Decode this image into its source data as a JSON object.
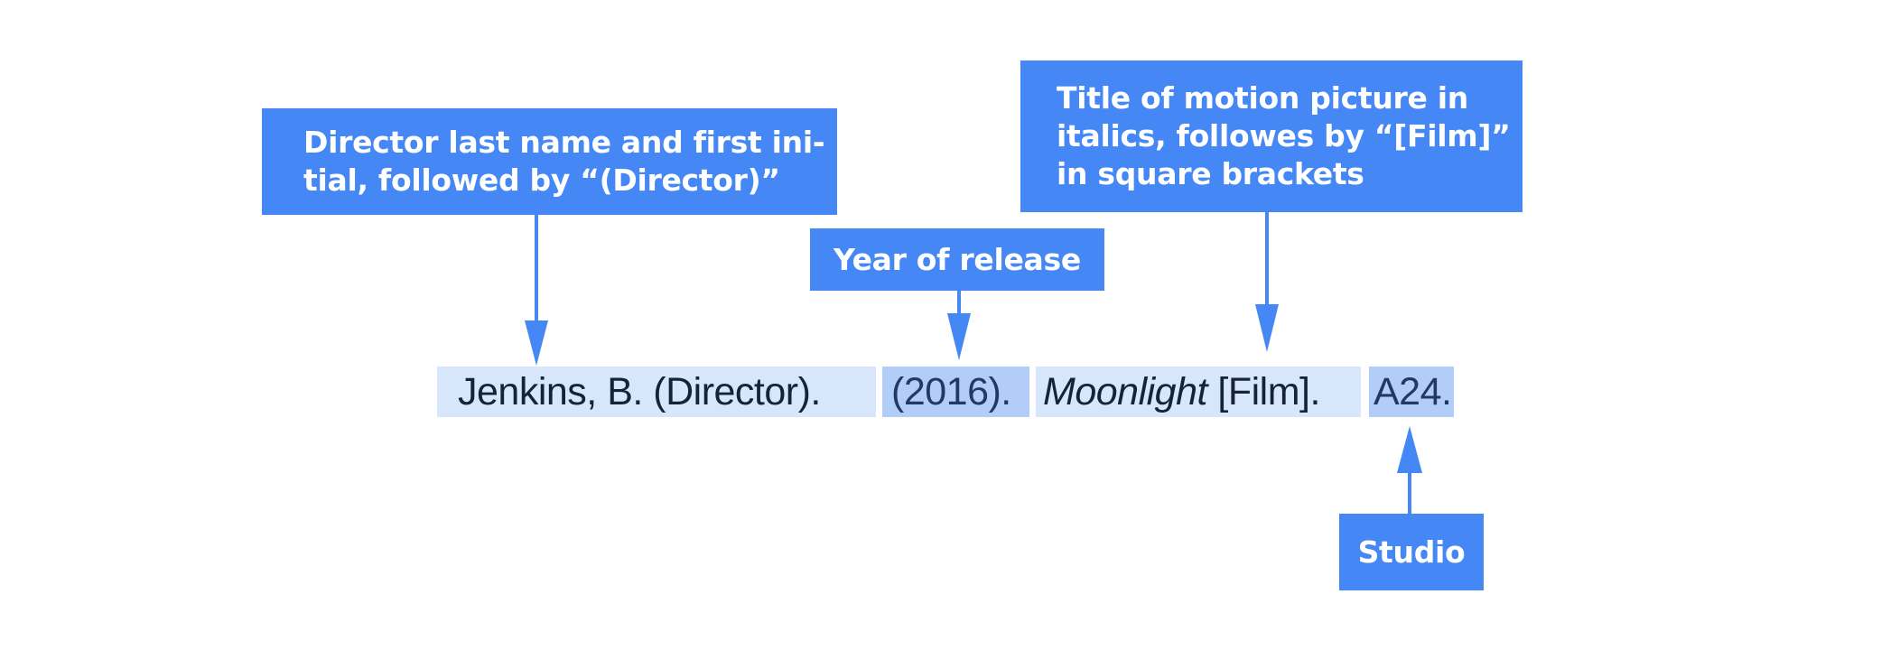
{
  "diagram": {
    "type": "annotated-citation",
    "colors": {
      "callout_bg": "#4588f5",
      "callout_text": "#ffffff",
      "highlight_light": "#d8e6fc",
      "highlight_dark": "#b2cdf8",
      "citation_text": "#14223a",
      "arrow": "#4588f5"
    }
  },
  "callouts": {
    "director": "Director last name and first ini-\ntial, followed by “(Director)”",
    "year": "Year of release",
    "title": "Title of motion picture in\nitalics, followes by “[Film]”\nin square brackets",
    "studio": "Studio"
  },
  "citation": {
    "director": "Jenkins, B. (Director).",
    "year": "(2016).",
    "title_italic": "Moonlight",
    "title_suffix": " [Film].",
    "studio": "A24."
  }
}
